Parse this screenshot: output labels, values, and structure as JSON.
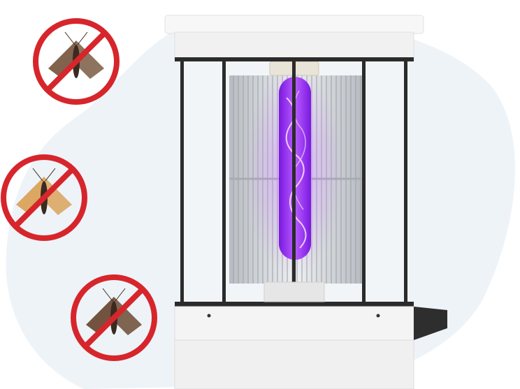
{
  "scene": {
    "subject": "bug-zapper-lamp",
    "colors": {
      "backdrop": "#eef3f8",
      "uv_tube": "#9b2cff",
      "uv_glow": "#c77dff",
      "prohibition_red": "#d6262b",
      "frame_dark": "#2b2b2b",
      "housing_white": "#f4f4f4",
      "grid_metal": "#c9ccd0"
    },
    "prohibited_insects": [
      {
        "name": "moth-brown",
        "color": "#7a5a43"
      },
      {
        "name": "moth-tan",
        "color": "#d9a25a"
      },
      {
        "name": "moth-dark",
        "color": "#6b4a35"
      }
    ],
    "icons": [
      "prohibition-icon",
      "moth-icon",
      "uv-tube-icon"
    ]
  }
}
